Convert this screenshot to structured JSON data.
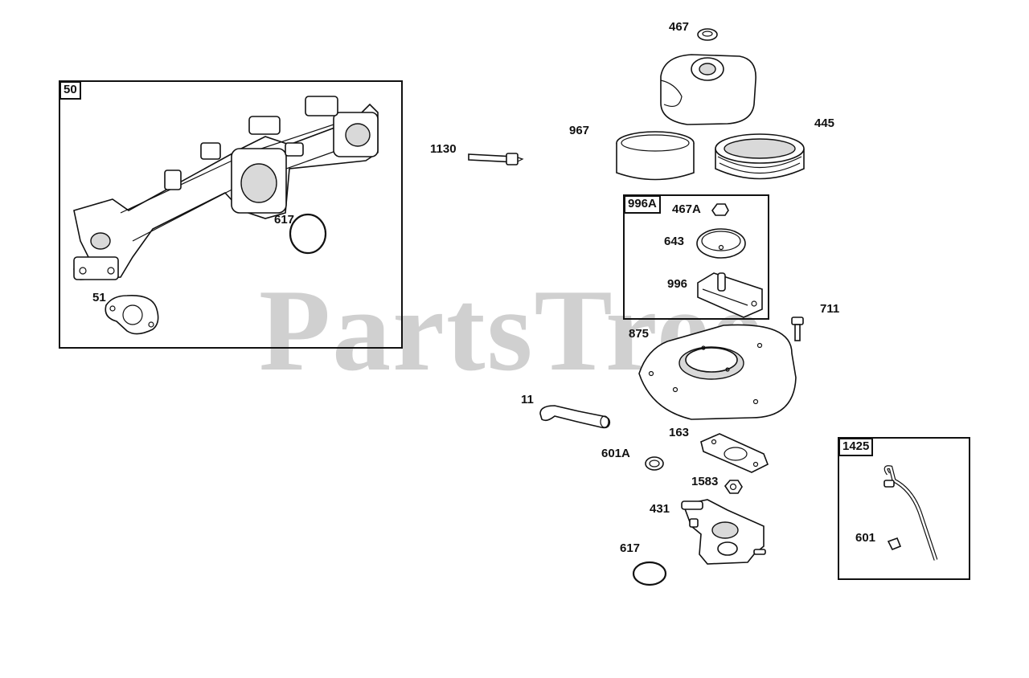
{
  "watermark": "PartsTree",
  "kits": [
    {
      "id": "kit-50",
      "tag": "50"
    },
    {
      "id": "kit-996a",
      "tag": "996A"
    },
    {
      "id": "kit-1425",
      "tag": "1425"
    }
  ],
  "parts": [
    {
      "label": "467"
    },
    {
      "label": "967"
    },
    {
      "label": "445"
    },
    {
      "label": "1130"
    },
    {
      "label": "467A"
    },
    {
      "label": "643"
    },
    {
      "label": "996"
    },
    {
      "label": "711"
    },
    {
      "label": "875"
    },
    {
      "label": "617"
    },
    {
      "label": "51"
    },
    {
      "label": "11"
    },
    {
      "label": "163"
    },
    {
      "label": "601A"
    },
    {
      "label": "1583"
    },
    {
      "label": "431"
    },
    {
      "label": "617"
    },
    {
      "label": "601"
    }
  ]
}
